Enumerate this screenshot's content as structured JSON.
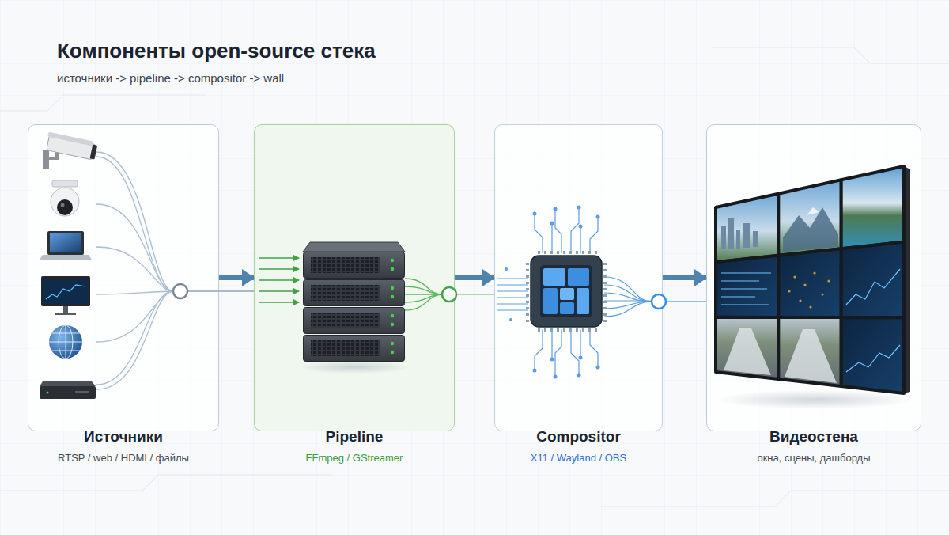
{
  "diagram": {
    "title": "Компоненты open-source стека",
    "nodes": [
      {
        "text": [
          "Источники",
          "RTSP / web / HDMI / файлы"
        ]
      },
      {
        "text": [
          "Pipeline",
          "FFmpeg / GStreamer"
        ]
      },
      {
        "text": [
          "Compositor",
          "X11 / Wayland / OBS"
        ]
      },
      {
        "text": [
          "Видеостена",
          "окна, сцены, дашборды"
        ]
      }
    ],
    "edges": [
      {
        "from": 0,
        "to": 1,
        "arrow": "to"
      },
      {
        "from": 1,
        "to": 2,
        "arrow": "to"
      },
      {
        "from": 2,
        "to": 3,
        "arrow": "to"
      }
    ],
    "labels": [
      "источники -> pipeline -> compositor -> wall"
    ]
  }
}
